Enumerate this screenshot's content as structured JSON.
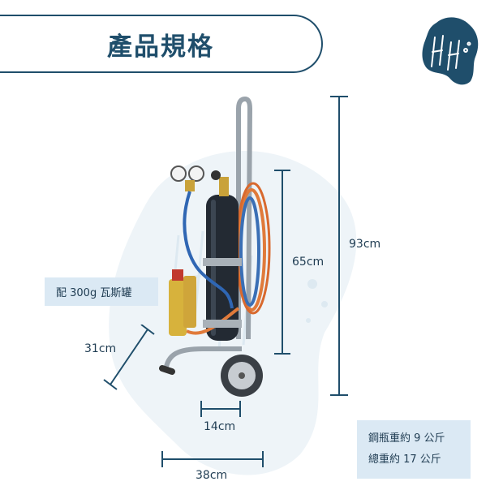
{
  "header": {
    "title": "產品規格"
  },
  "brand": {
    "logo_icon": "hh-splash-logo-icon",
    "color": "#1f4e6b"
  },
  "dimensions": {
    "total_height": "93cm",
    "cylinder_height": "65cm",
    "depth": "31cm",
    "base_width": "14cm",
    "total_width": "38cm"
  },
  "notes": {
    "canister": "配 300g 瓦斯罐",
    "cylinder_weight": "鋼瓶重約 9 公斤",
    "total_weight": "總重約 17 公斤"
  },
  "colors": {
    "accent": "#1f4e6b",
    "info_box_bg": "#dbe9f4",
    "watermark": "#eef4f8"
  }
}
